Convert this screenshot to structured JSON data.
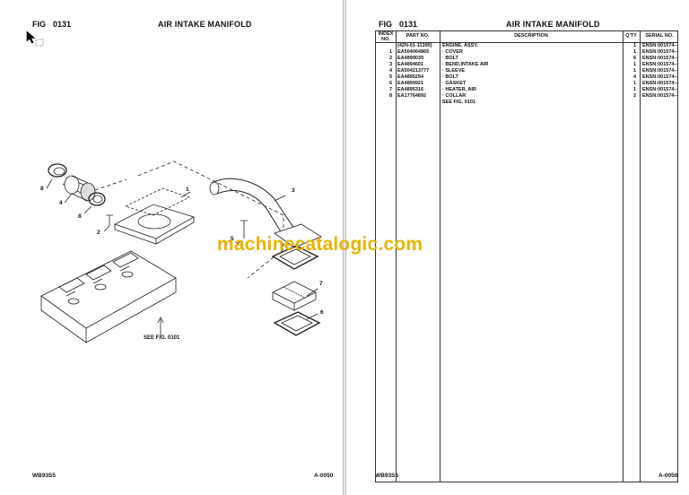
{
  "left": {
    "fig_label": "FIG",
    "fig_number": "0131",
    "title": "AIR INTAKE MANIFOLD",
    "see_fig": "SEE FIG. 0101",
    "callouts": [
      "1",
      "2",
      "3",
      "4",
      "5",
      "6",
      "7",
      "8",
      "8"
    ],
    "footer_left": "WB93S5",
    "footer_right": "A-0050"
  },
  "right": {
    "fig_label": "FIG",
    "fig_number": "0131",
    "title": "AIR INTAKE MANIFOLD",
    "headers": {
      "index": "INDEX NO.",
      "part": "PART NO.",
      "desc": "DESCRIPTION",
      "qty": "Q'TY",
      "serial": "SERIAL NO."
    },
    "rows": [
      {
        "index": "",
        "part": "(42N-01-11300)",
        "desc": "ENGINE, ASSY.",
        "qty": "1",
        "serial": "ENSN:001574--"
      },
      {
        "index": "1",
        "part": "EA504064865",
        "desc": "·  COVER",
        "qty": "1",
        "serial": "ENSN:001574--"
      },
      {
        "index": "2",
        "part": "EA4899039",
        "desc": "·  BOLT",
        "qty": "6",
        "serial": "ENSN:001574--"
      },
      {
        "index": "3",
        "part": "EA4894601",
        "desc": "·  BEND,INTAKE AIR",
        "qty": "1",
        "serial": "ENSN:001574--"
      },
      {
        "index": "4",
        "part": "EA504213777",
        "desc": "·  SLEEVE",
        "qty": "1",
        "serial": "ENSN:001574--"
      },
      {
        "index": "5",
        "part": "EA4895294",
        "desc": "·  BOLT",
        "qty": "4",
        "serial": "ENSN:001574--"
      },
      {
        "index": "6",
        "part": "EA4899921",
        "desc": "·  GASKET",
        "qty": "1",
        "serial": "ENSN:001574--"
      },
      {
        "index": "7",
        "part": "EA4895316",
        "desc": "·  HEATER, AIR",
        "qty": "1",
        "serial": "ENSN:001574--"
      },
      {
        "index": "8",
        "part": "EA17764892",
        "desc": "·  COLLAR",
        "qty": "2",
        "serial": "ENSN:001574--"
      },
      {
        "index": "",
        "part": "",
        "desc": "SEE FIG. 0101",
        "qty": "",
        "serial": ""
      }
    ],
    "footer_left": "WB93S3",
    "footer_right": "A-0050"
  },
  "watermark": "machinecatalogic.com",
  "colors": {
    "watermark": "#e8b400",
    "line": "#333333"
  }
}
